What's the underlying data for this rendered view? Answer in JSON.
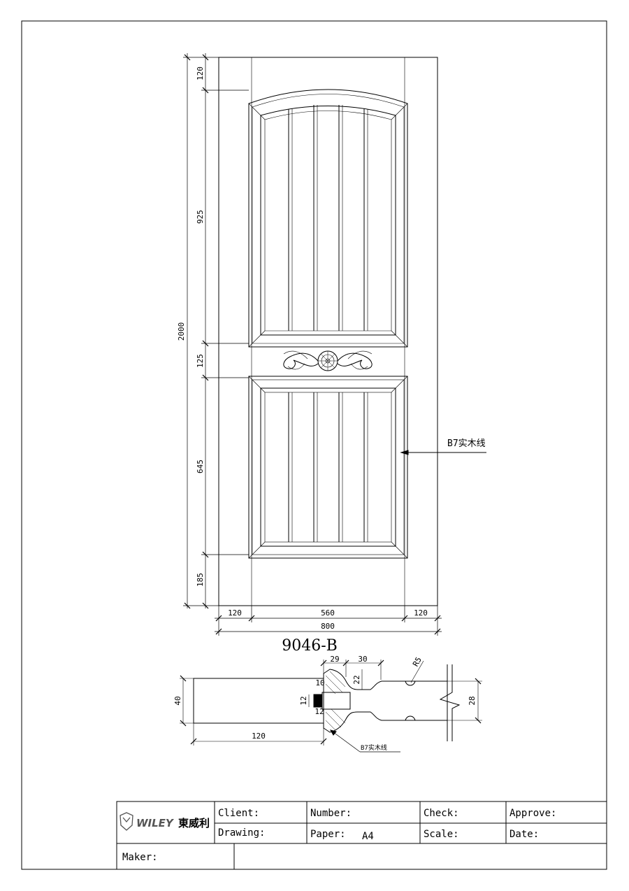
{
  "drawing": {
    "model": "9046-B",
    "callout_main": "B7实木线",
    "callout_section": "B7实木线"
  },
  "dimensions": {
    "vertical": {
      "total": "2000",
      "top_rail": "120",
      "upper_panel": "925",
      "mid_rail": "125",
      "lower_panel": "645",
      "bottom_rail": "185"
    },
    "horizontal": {
      "left_stile": "120",
      "panel_width": "560",
      "right_stile": "120",
      "total_width": "800"
    },
    "section": {
      "d29": "29",
      "d30": "30",
      "d22": "22",
      "d10": "10",
      "d12a": "12",
      "d12b": "12",
      "d40": "40",
      "d120": "120",
      "r5": "R5",
      "d28": "28"
    }
  },
  "title_block": {
    "logo_text": "WILEY",
    "logo_cn": "東威利",
    "client_label": "Client:",
    "number_label": "Number:",
    "check_label": "Check:",
    "approve_label": "Approve:",
    "drawing_label": "Drawing:",
    "paper_label": "Paper:",
    "paper_value": "A4",
    "scale_label": "Scale:",
    "date_label": "Date:",
    "maker_label": "Maker:"
  }
}
